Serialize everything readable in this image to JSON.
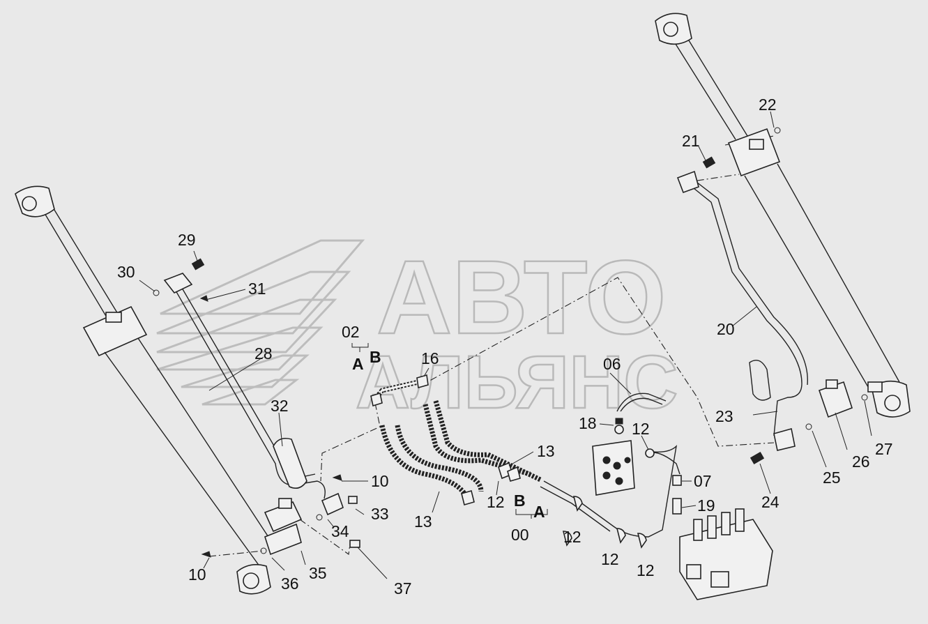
{
  "watermark": {
    "line1": "АВТО",
    "line2": "АЛЬЯНС"
  },
  "callouts": {
    "c02": "02",
    "c00": "00",
    "c06": "06",
    "c07": "07",
    "c10a": "10",
    "c10b": "10",
    "c12a": "12",
    "c12b": "12",
    "c12c": "12",
    "c12d": "12",
    "c12e": "12",
    "c12f": "12",
    "c13a": "13",
    "c13b": "13",
    "c16": "16",
    "c18": "18",
    "c19": "19",
    "c20": "20",
    "c21": "21",
    "c22": "22",
    "c23": "23",
    "c24": "24",
    "c25": "25",
    "c26": "26",
    "c27": "27",
    "c28": "28",
    "c29": "29",
    "c30": "30",
    "c31": "31",
    "c32": "32",
    "c33": "33",
    "c34": "34",
    "c35": "35",
    "c36": "36",
    "c37": "37",
    "port_a_top": "A",
    "port_b_top": "B",
    "port_a_bottom": "A",
    "port_b_bottom": "B"
  }
}
